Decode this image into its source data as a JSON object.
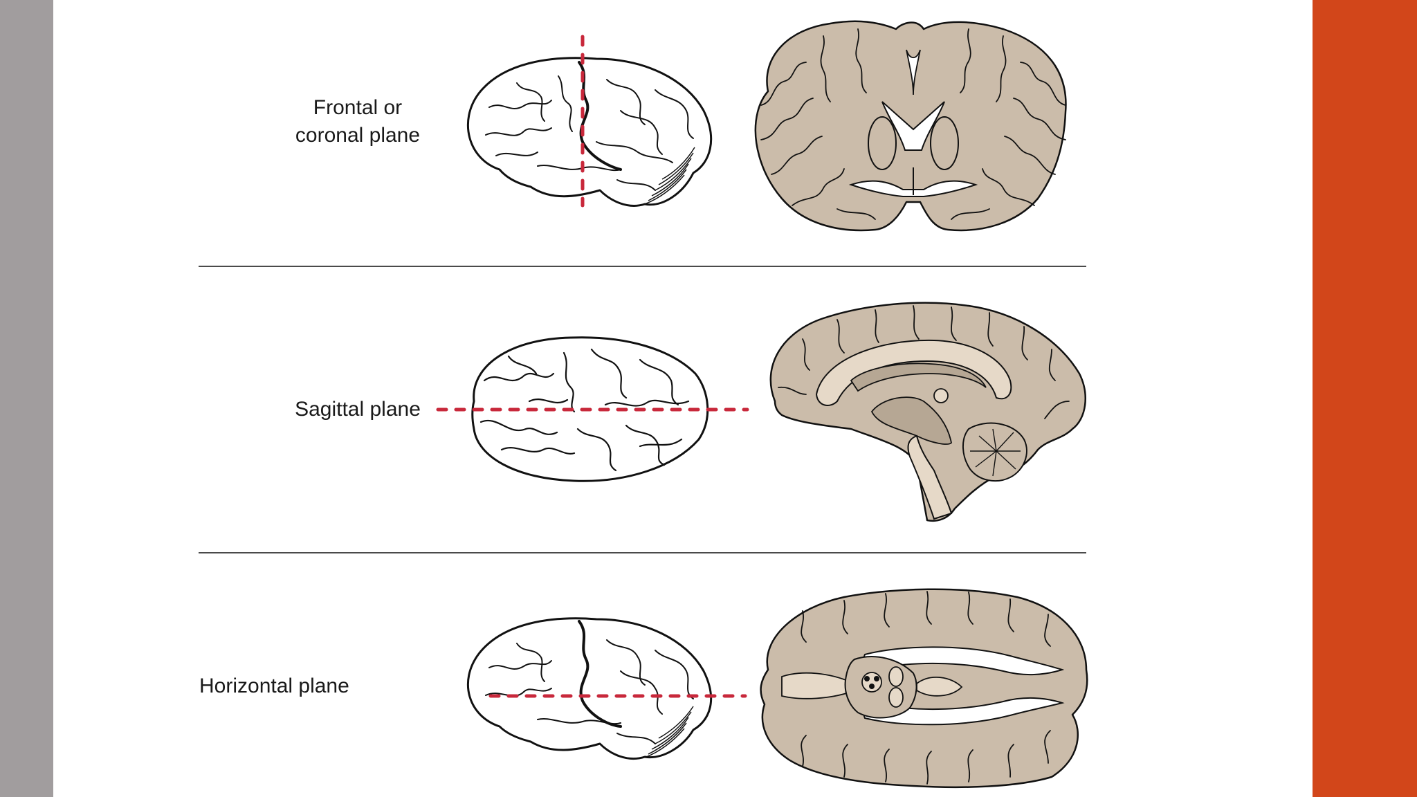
{
  "colors": {
    "left_bar": "#a19d9e",
    "right_bar": "#d2461a",
    "slide_bg": "#ffffff",
    "outline": "#111111",
    "cut_line": "#c8283b",
    "tissue": "#cbbcaa",
    "tissue_light": "#e6d9c8",
    "tissue_mid": "#b6a794",
    "divider": "#4a4a4a"
  },
  "rows": [
    {
      "label": "Frontal or\ncoronal plane",
      "lateral_view_icon": "brain-lateral-view-icon",
      "section_icon": "coronal-brain-section-icon",
      "cut_orientation": "vertical"
    },
    {
      "label": "Sagittal plane",
      "lateral_view_icon": "brain-top-view-icon",
      "section_icon": "sagittal-brain-section-icon",
      "cut_orientation": "horizontal"
    },
    {
      "label": "Horizontal plane",
      "lateral_view_icon": "brain-lateral-view-icon",
      "section_icon": "horizontal-brain-section-icon",
      "cut_orientation": "horizontal"
    }
  ]
}
